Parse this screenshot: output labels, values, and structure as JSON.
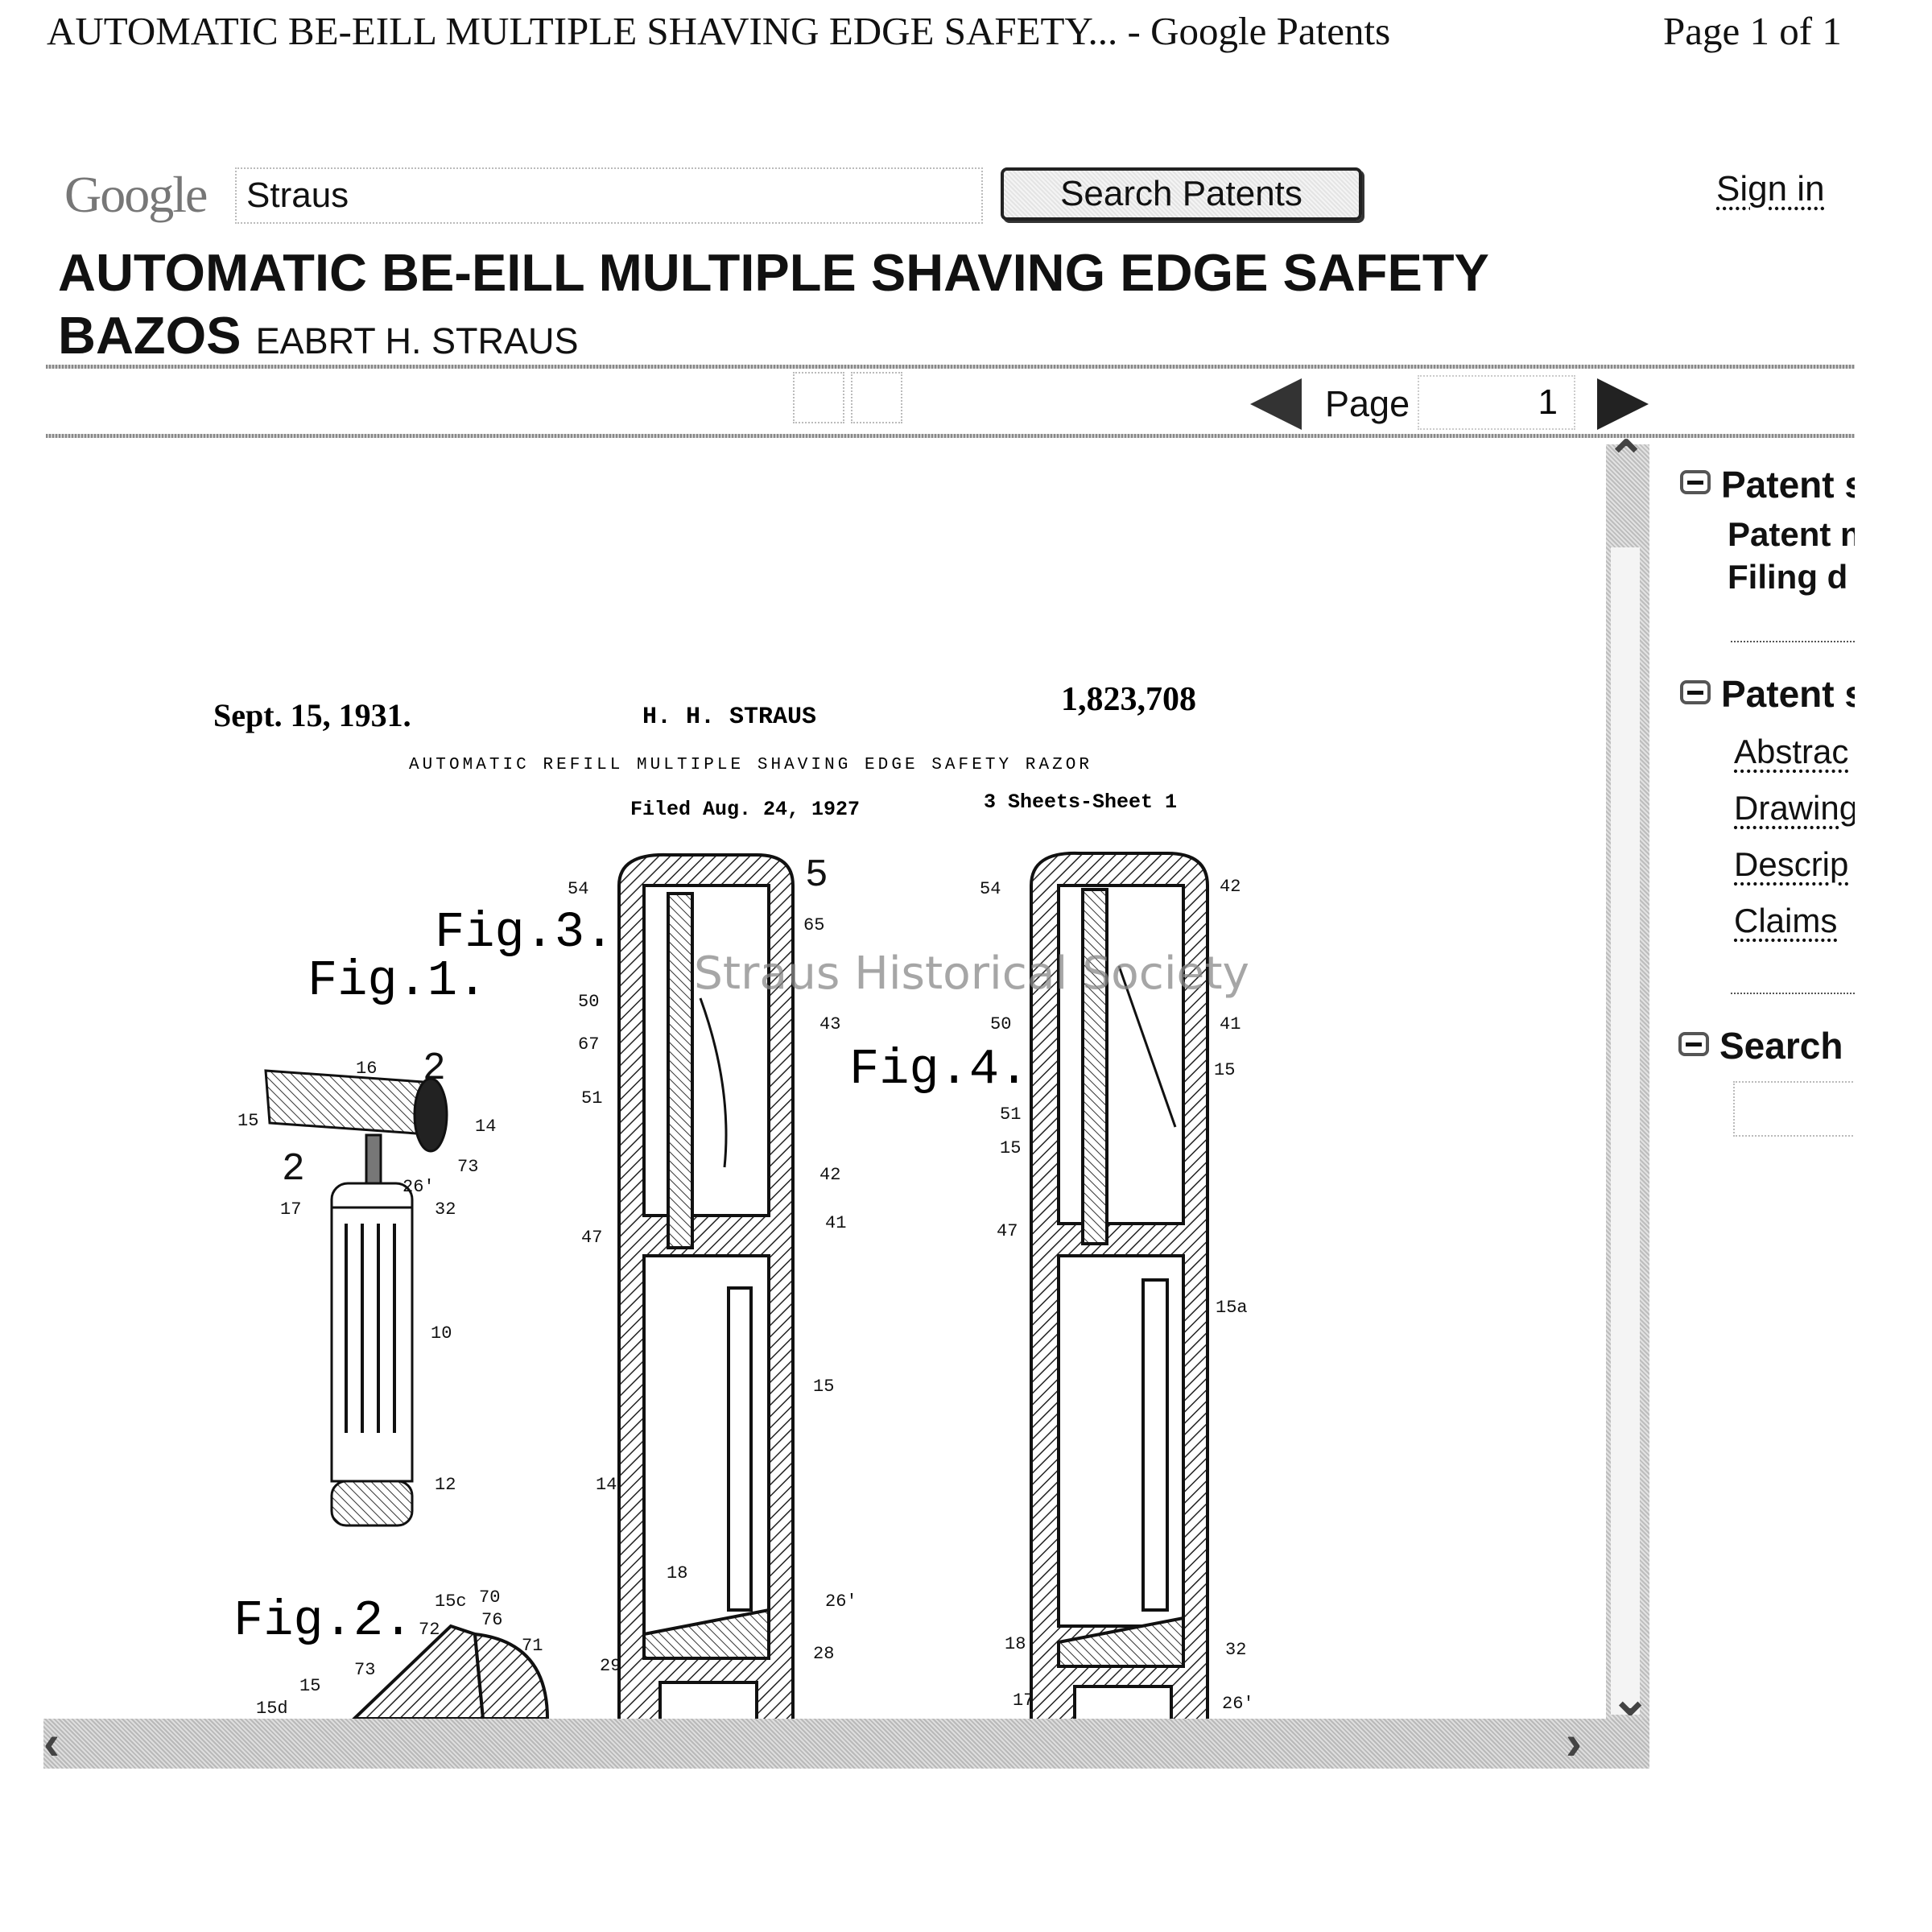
{
  "header": {
    "doc_title": "AUTOMATIC BE-EILL MULTIPLE SHAVING EDGE SAFETY... - Google Patents",
    "page_count": "Page 1 of 1"
  },
  "search": {
    "logo": "Google",
    "query": "Straus",
    "button_label": "Search Patents",
    "sign_in": "Sign in"
  },
  "patent": {
    "title_line1": "AUTOMATIC BE-EILL MULTIPLE SHAVING EDGE SAFETY",
    "title_line2": "BAZOS",
    "inventor": "EABRT H. STRAUS"
  },
  "toolbar": {
    "page_label": "Page",
    "page_value": "1"
  },
  "drawing": {
    "date": "Sept. 15, 1931.",
    "inventor": "H. H. STRAUS",
    "number": "1,823,708",
    "title": "AUTOMATIC REFILL MULTIPLE SHAVING EDGE SAFETY RAZOR",
    "filed": "Filed Aug. 24, 1927",
    "sheets": "3 Sheets-Sheet 1",
    "figs": [
      "Fig.1.",
      "Fig.2.",
      "Fig.3.",
      "Fig.4."
    ],
    "watermark": "Straus Historical Society",
    "labels": [
      "54",
      "50",
      "67",
      "51",
      "47",
      "14",
      "18",
      "29",
      "65",
      "43",
      "42",
      "41",
      "15",
      "26'",
      "28",
      "5",
      "54",
      "42",
      "50",
      "41",
      "15",
      "51",
      "15",
      "47",
      "15a",
      "18",
      "17",
      "32",
      "26'",
      "16",
      "2",
      "15",
      "14",
      "73",
      "2",
      "17",
      "26'",
      "32",
      "10",
      "12",
      "72",
      "15c",
      "70",
      "76",
      "71",
      "73",
      "15",
      "15d"
    ]
  },
  "sidebar": {
    "sections": [
      {
        "title": "Patent s",
        "items": [
          "Patent n",
          "Filing d"
        ]
      },
      {
        "title": "Patent s",
        "items": [
          "Abstrac",
          "Drawing",
          "Descrip",
          "Claims"
        ]
      },
      {
        "title": "Search",
        "items": []
      }
    ]
  }
}
